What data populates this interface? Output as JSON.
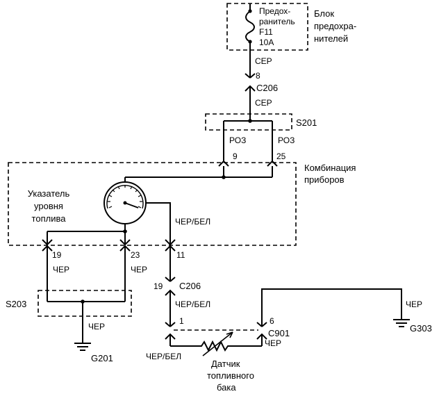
{
  "fuse_block": {
    "fuse_label_lines": [
      "Предох-",
      "ранитель",
      "F11",
      "10A"
    ],
    "block_label_lines": [
      "Блок",
      "предохра-",
      "нителей"
    ]
  },
  "wires": {
    "ser_top": "СЕР",
    "ser_mid": "СЕР",
    "roz_left": "РОЗ",
    "roz_right": "РОЗ",
    "cher_bel_gauge": "ЧЕР/БЕЛ",
    "cher_19": "ЧЕР",
    "cher_23": "ЧЕР",
    "cher_g201": "ЧЕР",
    "cher_bel_c206": "ЧЕР/БЕЛ",
    "cher_bel_sender": "ЧЕР/БЕЛ",
    "cher_c901": "ЧЕР",
    "cher_g303": "ЧЕР"
  },
  "pins": {
    "c206_top": "8",
    "ic_9": "9",
    "ic_25": "25",
    "ic_19": "19",
    "ic_23": "23",
    "ic_11": "11",
    "c206_19": "19",
    "c901_1": "1",
    "c901_6": "6"
  },
  "connectors": {
    "c206_top": "C206",
    "c206_mid": "C206",
    "c901": "C901"
  },
  "splices": {
    "s201": "S201",
    "s203": "S203"
  },
  "grounds": {
    "g201": "G201",
    "g303": "G303"
  },
  "cluster": {
    "label_lines": [
      "Комбинация",
      "приборов"
    ],
    "gauge_label_lines": [
      "Указатель",
      "уровня",
      "топлива"
    ]
  },
  "sender": {
    "label_lines": [
      "Датчик",
      "топливного",
      "бака"
    ]
  }
}
